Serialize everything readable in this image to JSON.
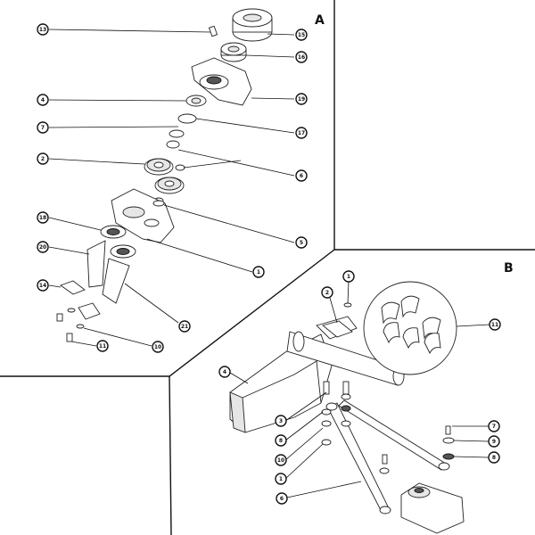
{
  "panels": {
    "a": {
      "letter": "A"
    },
    "b": {
      "letter": "B"
    }
  },
  "callouts_a": [
    "13",
    "15",
    "16",
    "4",
    "19",
    "7",
    "17",
    "2",
    "6",
    "18",
    "5",
    "20",
    "14",
    "1",
    "21",
    "10",
    "11"
  ],
  "callouts_b": [
    "1",
    "2",
    "11",
    "4",
    "7",
    "3",
    "9",
    "8",
    "8",
    "10",
    "1",
    "6"
  ]
}
